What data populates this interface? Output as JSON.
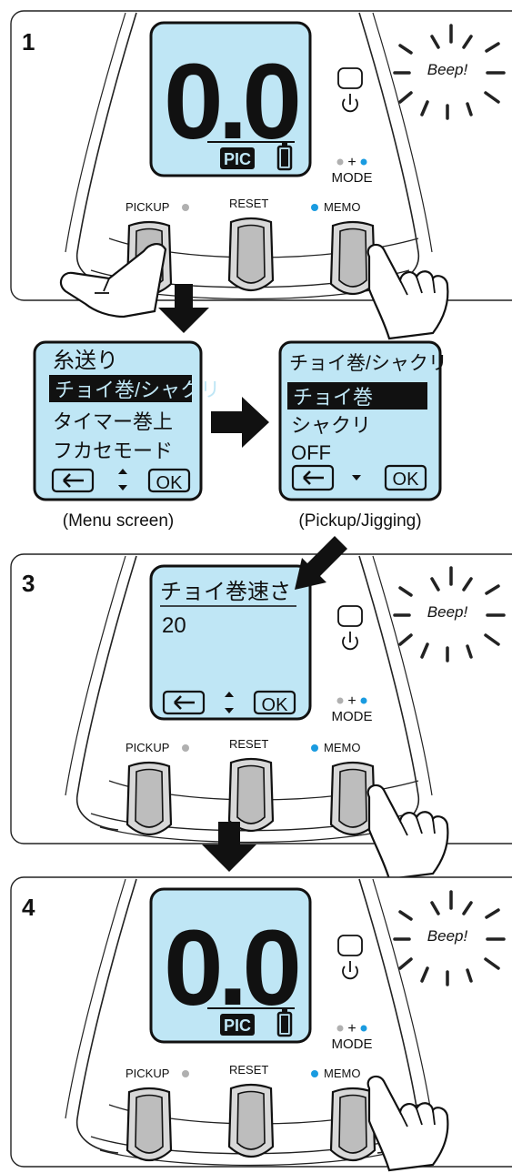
{
  "steps": {
    "step1": {
      "number": "1"
    },
    "step3": {
      "number": "3"
    },
    "step4": {
      "number": "4"
    }
  },
  "device": {
    "display_value": "0.0",
    "display_mode_badge": "PIC",
    "button_left_label": "PICKUP",
    "button_center_label": "RESET",
    "button_right_label": "MEMO",
    "mode_combo_plus": "+",
    "mode_label": "MODE",
    "beep_text": "Beep",
    "beep_exclaim": "!"
  },
  "colors": {
    "lcd_background": "#bfe6f5",
    "memo_dot": "#1a9be0",
    "pickup_dot": "#b0b0b0"
  },
  "menu_screen": {
    "items": [
      "糸送り",
      "チョイ巻/シャクリ",
      "タイマー巻上",
      "フカセモード"
    ],
    "selected_index": 1,
    "footer_ok": "OK",
    "footer_arrows": "⬍",
    "caption": "(Menu screen)"
  },
  "pickup_screen": {
    "title": "チョイ巻/シャクリ",
    "items": [
      "チョイ巻",
      "シャクリ",
      "OFF"
    ],
    "selected_index": 0,
    "footer_ok": "OK",
    "footer_arrow": "▾",
    "caption": "(Pickup/Jigging)"
  },
  "speed_screen": {
    "title": "チョイ巻速さ",
    "value": "20",
    "footer_ok": "OK",
    "footer_arrows": "⬍"
  }
}
